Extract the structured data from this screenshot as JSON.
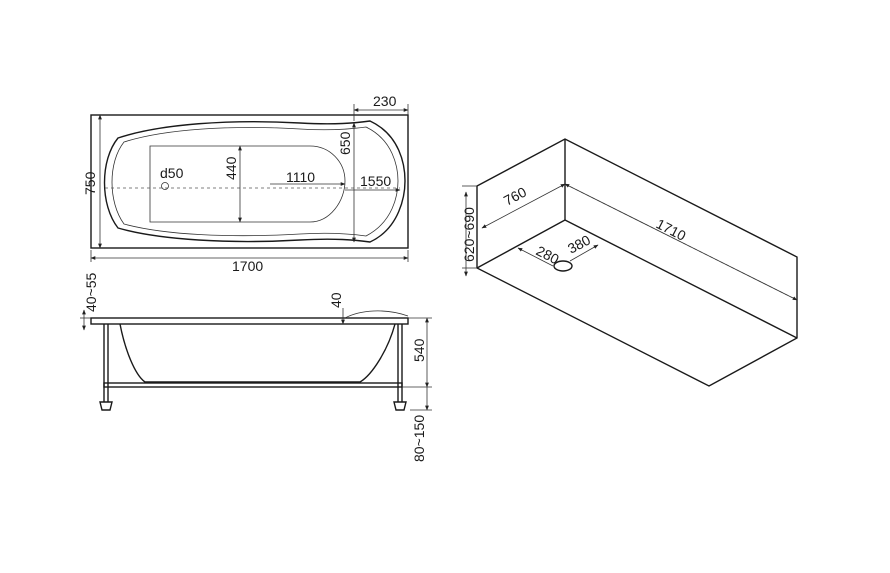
{
  "top_view": {
    "width_label": "750",
    "length_label": "1700",
    "inner_length_label": "1550",
    "drain_label": "d50",
    "bottom_width_label": "440",
    "bottom_length_label": "1110",
    "inner_width_label": "650",
    "offset_label": "230"
  },
  "side_view": {
    "rim_label": "40~55",
    "rim_thickness_label": "40",
    "depth_label": "540",
    "leg_label": "80~150"
  },
  "iso_view": {
    "height_label": "620~690",
    "width_label": "760",
    "length_label": "1710",
    "drain_x_label": "280",
    "drain_y_label": "380"
  }
}
